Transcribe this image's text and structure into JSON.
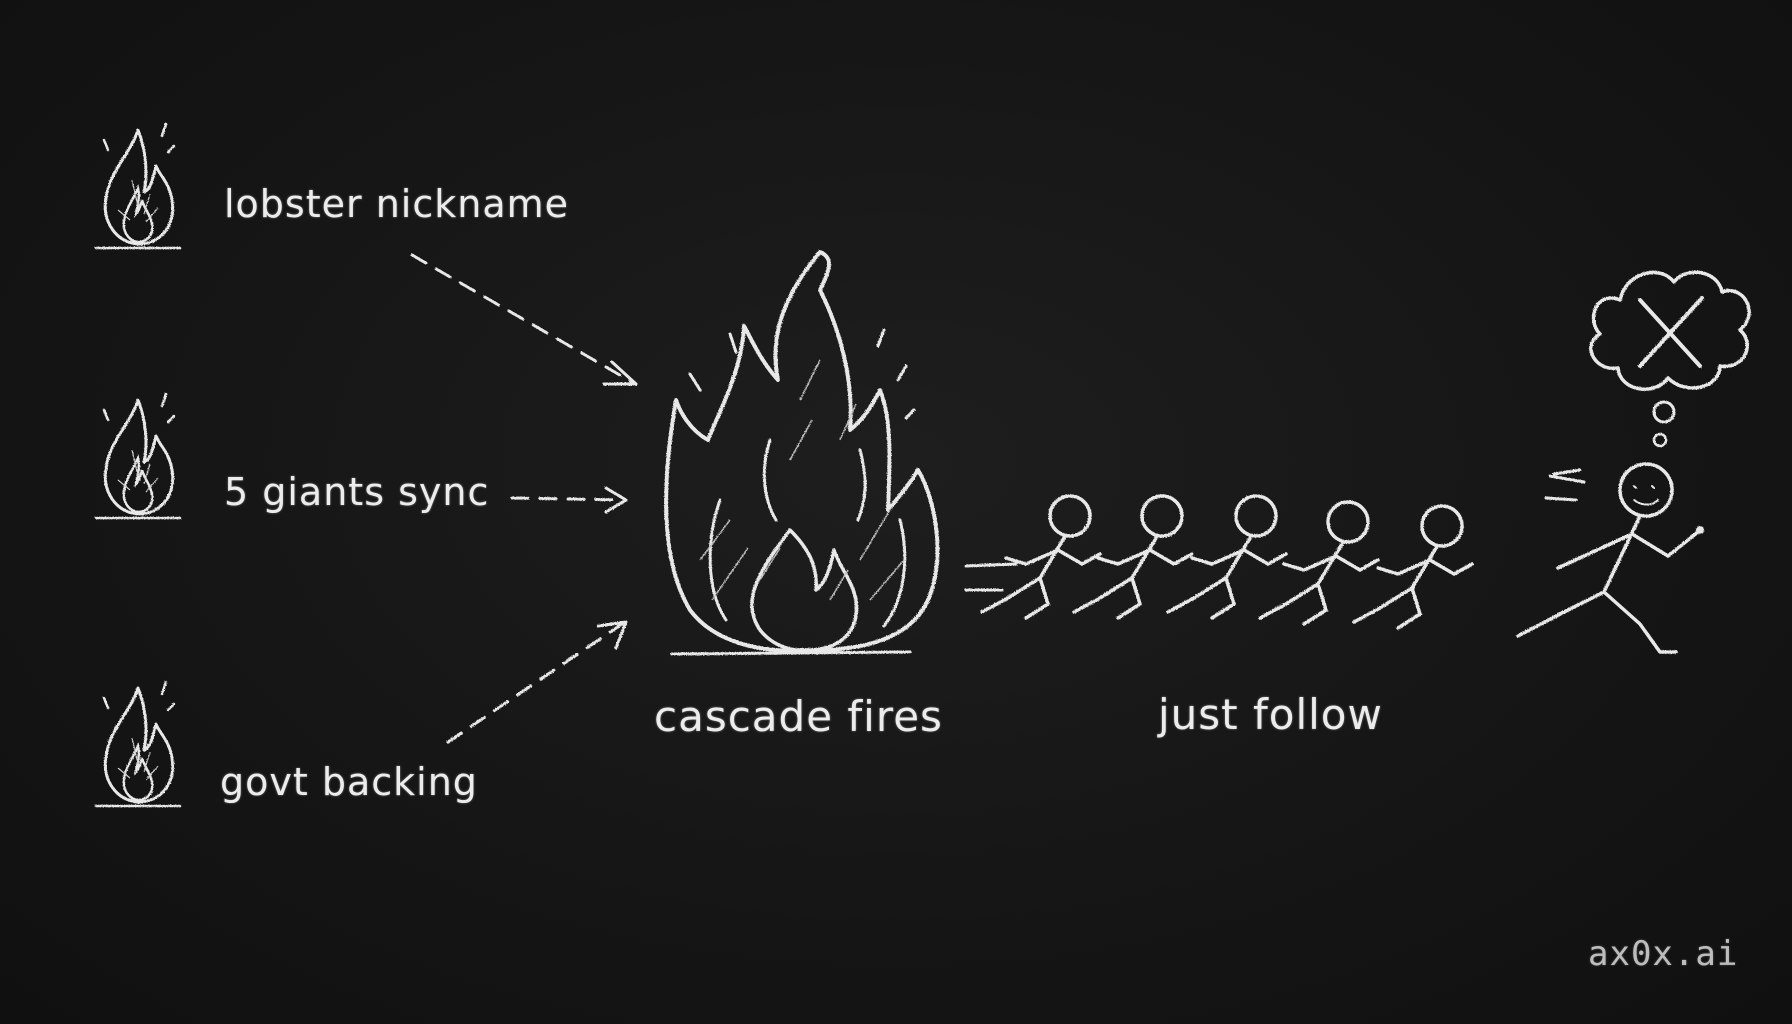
{
  "causes": [
    {
      "label": "lobster nickname",
      "icon": "small-flame-icon"
    },
    {
      "label": "5 giants sync",
      "icon": "small-flame-icon"
    },
    {
      "label": "govt backing",
      "icon": "small-flame-icon"
    }
  ],
  "center": {
    "label": "cascade fires",
    "icon": "big-fire-icon"
  },
  "followers": {
    "label": "just follow",
    "icon": "stick-figures-icon",
    "count": 5
  },
  "leader": {
    "thought_icon": "thought-bubble-x-icon",
    "icon": "running-stick-figure-icon"
  },
  "watermark": "ax0x.ai",
  "colors": {
    "background": "#141414",
    "chalk": "#e8e8e8"
  }
}
